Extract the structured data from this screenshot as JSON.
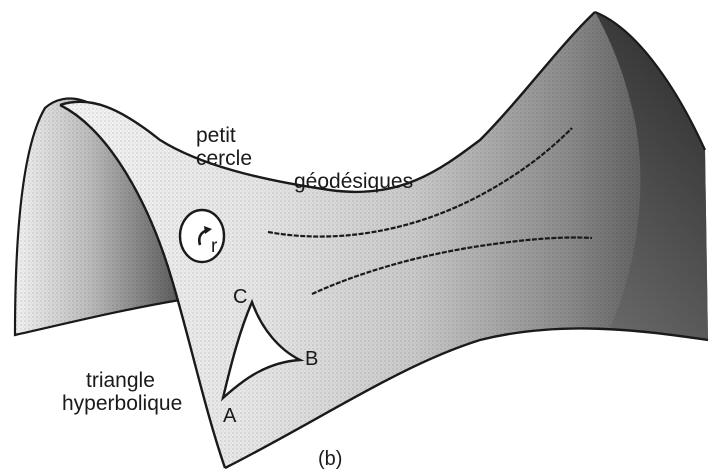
{
  "labels": {
    "petit": "petit",
    "cercle": "cercle",
    "geodesiques": "géodésiques",
    "r": "r",
    "triangle": "triangle",
    "hyperbolique": "hyperbolique",
    "vertex_a": "A",
    "vertex_b": "B",
    "vertex_c": "C",
    "panel": "(b)"
  },
  "colors": {
    "ink": "#1a1a1a",
    "surface_light": "#f2f2f2",
    "surface_mid": "#b8b8b8",
    "surface_dark": "#4a4a4a"
  }
}
